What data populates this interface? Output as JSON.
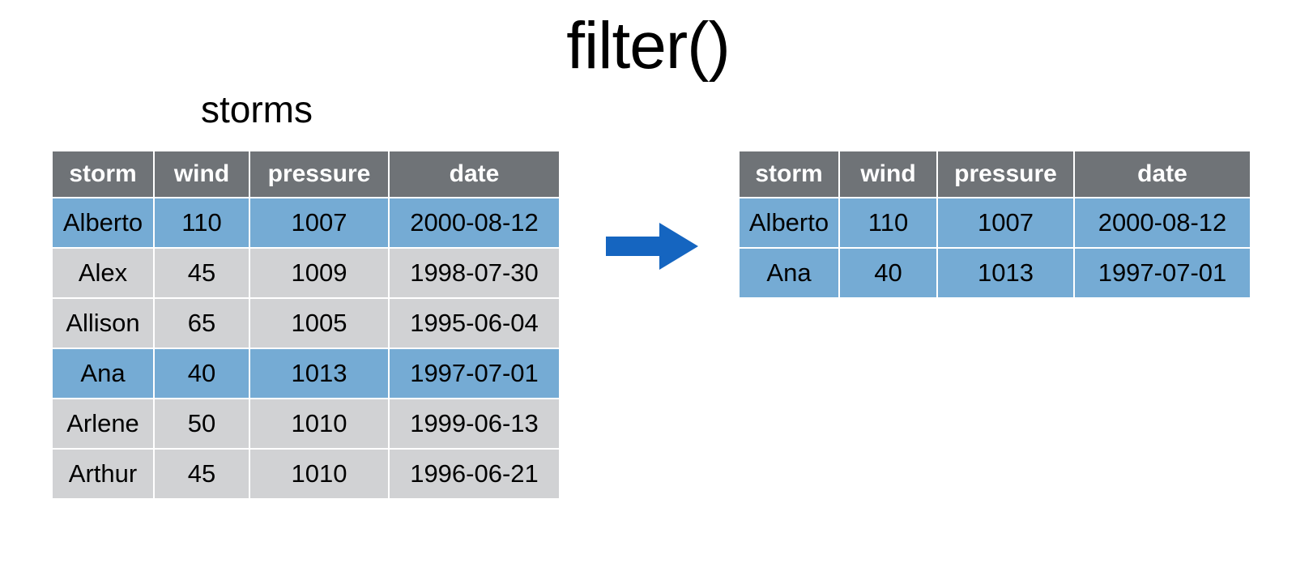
{
  "slide": {
    "title": "filter()",
    "background_color": "#FFFFFF"
  },
  "colors": {
    "header_gray": "#6F7377",
    "row_gray": "#D1D2D4",
    "row_highlight_blue": "#75ABD4",
    "arrow_blue": "#1565C0",
    "header_text": "#FFFFFF",
    "body_text": "#000000",
    "grid_line": "#FFFFFF"
  },
  "source_table": {
    "caption": "storms",
    "columns": [
      "storm",
      "wind",
      "pressure",
      "date"
    ],
    "rows": [
      {
        "cells": [
          "Alberto",
          "110",
          "1007",
          "2000-08-12"
        ],
        "highlighted": true
      },
      {
        "cells": [
          "Alex",
          "45",
          "1009",
          "1998-07-30"
        ],
        "highlighted": false
      },
      {
        "cells": [
          "Allison",
          "65",
          "1005",
          "1995-06-04"
        ],
        "highlighted": false
      },
      {
        "cells": [
          "Ana",
          "40",
          "1013",
          "1997-07-01"
        ],
        "highlighted": true
      },
      {
        "cells": [
          "Arlene",
          "50",
          "1010",
          "1999-06-13"
        ],
        "highlighted": false
      },
      {
        "cells": [
          "Arthur",
          "45",
          "1010",
          "1996-06-21"
        ],
        "highlighted": false
      }
    ]
  },
  "arrow": {
    "icon": "right-arrow-icon",
    "direction": "right",
    "color": "#1565C0"
  },
  "result_table": {
    "caption": "",
    "columns": [
      "storm",
      "wind",
      "pressure",
      "date"
    ],
    "rows": [
      {
        "cells": [
          "Alberto",
          "110",
          "1007",
          "2000-08-12"
        ],
        "highlighted": true
      },
      {
        "cells": [
          "Ana",
          "40",
          "1013",
          "1997-07-01"
        ],
        "highlighted": true
      }
    ]
  }
}
